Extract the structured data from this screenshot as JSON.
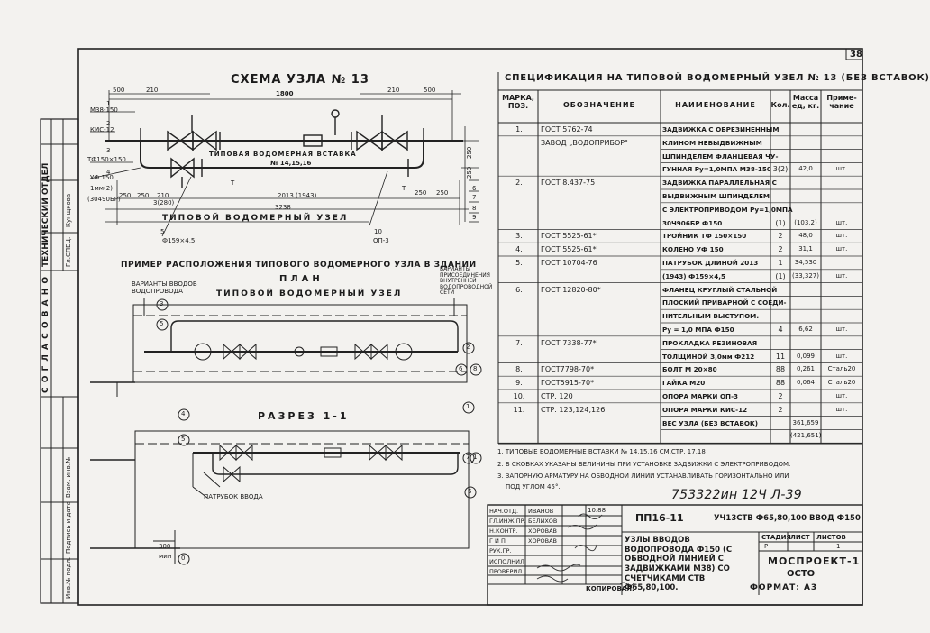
{
  "page": {
    "number": "38"
  },
  "left_strip": {
    "agreed": "С О Г Л А С О В А Н О",
    "tech_dept": "ТЕХНИЧЕСКИЙ ОТДЕЛ",
    "head_dept": "Гл.СПЕЦ.",
    "person": "Кунщкова",
    "inv_orig": "Инв.№ подл.",
    "sign_date": "Подпись и дата",
    "inv_dup": "Взам. инв.№"
  },
  "scheme": {
    "title": "СХЕМА УЗЛА № 13",
    "insert_label": "ТИПОВАЯ ВОДОМЕРНАЯ ВСТАВКА",
    "insert_numbers": "№ 14,15,16",
    "node_label": "ТИПОВОЙ ВОДОМЕРНЫЙ УЗЕЛ",
    "dims": [
      "500",
      "210",
      "1800",
      "210",
      "500",
      "250",
      "250",
      "210",
      "2013 (1943)",
      "250",
      "250",
      "3238",
      "250",
      "250",
      "3(280)"
    ],
    "labels": [
      "1",
      "2",
      "3",
      "4",
      "5",
      "6",
      "7",
      "8",
      "9",
      "10",
      "М38-150",
      "КИС-12",
      "ТФ150×150",
      "УФ 150",
      "(30490БР)",
      "1мм(2)",
      "Ф159×4,5",
      "ОП-3",
      "Т",
      "Т"
    ]
  },
  "plan": {
    "example_title": "ПРИМЕР РАСПОЛОЖЕНИЯ ТИПОВОГО ВОДОМЕРНОГО УЗЛА В ЗДАНИИ",
    "plan_title": "ПЛАН",
    "inputs_label": "ВАРИАНТЫ ВВОДОВ ВОДОПРОВОДА",
    "node_label": "ТИПОВОЙ ВОДОМЕРНЫЙ УЗЕЛ",
    "connections_label": "ВАРИАНТЫ ПРИСОЕДИНЕНИЯ ВНУТРЕННЕЙ ВОДОПРОВОДНОЙ СЕТИ",
    "section_title": "РАЗРЕЗ 1-1",
    "pipe_label": "ПАТРУБОК ВВОДА",
    "dim_300": "300",
    "dim_min": "мин",
    "marks": [
      "1",
      "1",
      "2",
      "3",
      "4",
      "5",
      "6",
      "7",
      "8",
      "0",
      "0"
    ]
  },
  "spec": {
    "title": "СПЕЦИФИКАЦИЯ НА ТИПОВОЙ ВОДОМЕРНЫЙ УЗЕЛ № 13 (БЕЗ ВСТАВОК)",
    "headers": {
      "pos": "МАРКА, ПОЗ.",
      "designation": "ОБОЗНАЧЕНИЕ",
      "name": "НАИМЕНОВАНИЕ",
      "qty": "Кол.",
      "mass": "Масса ед, кг.",
      "note": "Приме- чание"
    },
    "rows": [
      {
        "pos": "1.",
        "des": "ГОСТ 5762-74",
        "name": "ЗАДВИЖКА С ОБРЕЗИНЕННЫМ",
        "qty": "",
        "mass": "",
        "note": ""
      },
      {
        "pos": "",
        "des": "ЗАВОД „ВОДОПРИБОР\"",
        "name": "КЛИНОМ НЕВЫДВИЖНЫМ",
        "qty": "",
        "mass": "",
        "note": ""
      },
      {
        "pos": "",
        "des": "",
        "name": "ШПИНДЕЛЕМ ФЛАНЦЕВАЯ ЧУ-",
        "qty": "",
        "mass": "",
        "note": ""
      },
      {
        "pos": "",
        "des": "",
        "name": "ГУННАЯ Ру=1,0МПА М38-150",
        "qty": "3(2)",
        "mass": "42,0",
        "note": "шт."
      },
      {
        "pos": "2.",
        "des": "ГОСТ 8.437-75",
        "name": "ЗАДВИЖКА ПАРАЛЛЕЛЬНАЯ С",
        "qty": "",
        "mass": "",
        "note": ""
      },
      {
        "pos": "",
        "des": "",
        "name": "ВЫДВИЖНЫМ ШПИНДЕЛЕМ",
        "qty": "",
        "mass": "",
        "note": ""
      },
      {
        "pos": "",
        "des": "",
        "name": "С ЭЛЕКТРОПРИВОДОМ Ру=1,0МПА",
        "qty": "",
        "mass": "",
        "note": ""
      },
      {
        "pos": "",
        "des": "",
        "name": "30Ч906БР        Ф150",
        "qty": "(1)",
        "mass": "(103,2)",
        "note": "шт."
      },
      {
        "pos": "3.",
        "des": "ГОСТ 5525-61*",
        "name": "ТРОЙНИК ТФ 150×150",
        "qty": "2",
        "mass": "48,0",
        "note": "шт."
      },
      {
        "pos": "4.",
        "des": "ГОСТ 5525-61*",
        "name": "КОЛЕНО  УФ 150",
        "qty": "2",
        "mass": "31,1",
        "note": "шт."
      },
      {
        "pos": "5.",
        "des": "ГОСТ 10704-76",
        "name": "ПАТРУБОК ДЛИНОЙ 2013",
        "qty": "1",
        "mass": "34,530",
        "note": ""
      },
      {
        "pos": "",
        "des": "",
        "name": "(1943)        Ф159×4,5",
        "qty": "(1)",
        "mass": "(33,327)",
        "note": "шт."
      },
      {
        "pos": "6.",
        "des": "ГОСТ 12820-80*",
        "name": "ФЛАНЕЦ КРУГЛЫЙ СТАЛЬНОЙ",
        "qty": "",
        "mass": "",
        "note": ""
      },
      {
        "pos": "",
        "des": "",
        "name": "ПЛОСКИЙ ПРИВАРНОЙ С СОЕДИ-",
        "qty": "",
        "mass": "",
        "note": ""
      },
      {
        "pos": "",
        "des": "",
        "name": "НИТЕЛЬНЫМ ВЫСТУПОМ.",
        "qty": "",
        "mass": "",
        "note": ""
      },
      {
        "pos": "",
        "des": "",
        "name": "Ру = 1,0 МПА     Ф150",
        "qty": "4",
        "mass": "6,62",
        "note": "шт."
      },
      {
        "pos": "7.",
        "des": "ГОСТ 7338-77*",
        "name": "ПРОКЛАДКА РЕЗИНОВАЯ",
        "qty": "",
        "mass": "",
        "note": ""
      },
      {
        "pos": "",
        "des": "",
        "name": "ТОЛЩИНОЙ 3,0мм  Ф212",
        "qty": "11",
        "mass": "0,099",
        "note": "шт."
      },
      {
        "pos": "8.",
        "des": "ГОСТ7798-70*",
        "name": "БОЛТ  М 20×80",
        "qty": "88",
        "mass": "0,261",
        "note": "Сталь20"
      },
      {
        "pos": "9.",
        "des": "ГОСТ5915-70*",
        "name": "ГАЙКА М20",
        "qty": "88",
        "mass": "0,064",
        "note": "Сталь20"
      },
      {
        "pos": "10.",
        "des": "СТР. 120",
        "name": "ОПОРА МАРКИ ОП-3",
        "qty": "2",
        "mass": "",
        "note": "шт."
      },
      {
        "pos": "11.",
        "des": "СТР. 123,124,126",
        "name": "ОПОРА МАРКИ КИС-12",
        "qty": "2",
        "mass": "",
        "note": "шт."
      },
      {
        "pos": "",
        "des": "",
        "name": "ВЕС УЗЛА (БЕЗ ВСТАВОК)",
        "qty": "",
        "mass": "361,659",
        "note": ""
      },
      {
        "pos": "",
        "des": "",
        "name": "",
        "qty": "",
        "mass": "(421,651)",
        "note": ""
      }
    ]
  },
  "notes": [
    "1. ТИПОВЫЕ ВОДОМЕРНЫЕ ВСТАВКИ № 14,15,16 СМ.СТР. 17,18",
    "2. В СКОБКАХ УКАЗАНЫ ВЕЛИЧИНЫ ПРИ УСТАНОВКЕ ЗАДВИЖКИ С ЭЛЕКТРОПРИВОДОМ.",
    "3. ЗАПОРНУЮ АРМАТУРУ НА ОБВОДНОЙ ЛИНИИ УСТАНАВЛИВАТЬ ГОРИЗОНТАЛЬНО ИЛИ",
    "ПОД УГЛОМ 45°."
  ],
  "handwritten_ref": "753322ин 12Ч  Л-39",
  "stamp": {
    "roles": [
      "НАЧ.ОТД.",
      "ГЛ.ИНЖ.ПР.",
      "Н.КОНТР.",
      "Г И П",
      "РУК.ГР.",
      "ИСПОЛНИЛ",
      "ПРОВЕРИЛ"
    ],
    "names": [
      "ИВАНОВ",
      "БЕЛИХОВ",
      "ХОРОВАВ",
      "ХОРОВАВ",
      "",
      "",
      ""
    ],
    "date": "10.88",
    "code": "ПП16-11",
    "node_code": "УЧ13СТВ Ф65,80,100 ВВОД Ф150",
    "description": "УЗЛЫ ВВОДОВ ВОДОПРОВОДА Ф150 (С ОБВОДНОЙ ЛИНИЕЙ С ЗАДВИЖКАМИ М38) СО СЧЕТЧИКАМИ СТВ Ф65,80,100.",
    "stage_h": "СТАДИЯ",
    "sheet_h": "ЛИСТ",
    "sheets_h": "ЛИСТОВ",
    "stage": "Р",
    "sheet": "",
    "sheets": "1",
    "org_1": "МОСПРОЕКТ-1",
    "org_2": "ОСТО",
    "copied": "КОПИРОВАЛ:",
    "format_label": "ФОРМАТ: А3"
  }
}
